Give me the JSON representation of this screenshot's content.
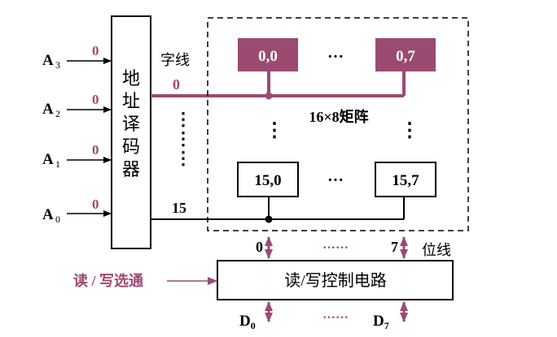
{
  "colors": {
    "accent": "#9B4A72",
    "cell_fill": "#9B4A72",
    "line": "#000000",
    "cell_text_on_accent": "#ffffff"
  },
  "address_inputs": [
    {
      "label": "A",
      "sub": "3",
      "value": "0"
    },
    {
      "label": "A",
      "sub": "2",
      "value": "0"
    },
    {
      "label": "A",
      "sub": "1",
      "value": "0"
    },
    {
      "label": "A",
      "sub": "0",
      "value": "0"
    }
  ],
  "decoder": {
    "label_chars": [
      "地",
      "址",
      "译",
      "码",
      "器"
    ]
  },
  "word_line": {
    "label": "字线",
    "first": "0",
    "last": "15"
  },
  "matrix": {
    "label": "16×8矩阵",
    "cells": {
      "top_left": "0,0",
      "top_right": "0,7",
      "bottom_left": "15,0",
      "bottom_right": "15,7"
    },
    "h_ellipsis": "···",
    "v_ellipsis": "⋮"
  },
  "bit_line": {
    "label": "位线",
    "first": "0",
    "last": "7",
    "dots": "······"
  },
  "rw_circuit": {
    "label": "读/写控制电路"
  },
  "rw_select": {
    "label": "读 / 写选通"
  },
  "data_lines": {
    "first_base": "D",
    "first_sub": "0",
    "last_base": "D",
    "last_sub": "7",
    "dots": "······"
  }
}
